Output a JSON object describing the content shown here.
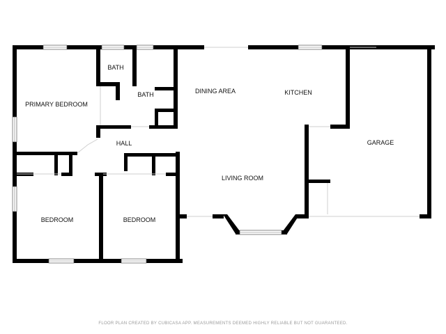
{
  "rooms": {
    "primary_bedroom": "PRIMARY BEDROOM",
    "bath_1": "BATH",
    "bath_2": "BATH",
    "dining_area": "DINING AREA",
    "kitchen": "KITCHEN",
    "garage": "GARAGE",
    "hall": "HALL",
    "living_room": "LIVING ROOM",
    "bedroom_1": "BEDROOM",
    "bedroom_2": "BEDROOM"
  },
  "footer": {
    "disclaimer": "FLOOR PLAN CREATED BY CUBICASA APP. MEASUREMENTS DEEMED HIGHLY RELIABLE BUT NOT GUARANTEED."
  },
  "colors": {
    "wall": "#000000",
    "background": "#ffffff",
    "footer_text": "#999999"
  }
}
